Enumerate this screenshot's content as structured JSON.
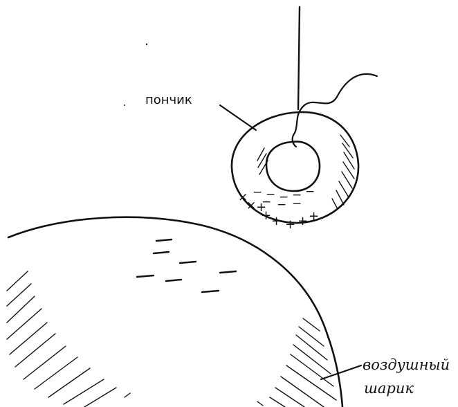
{
  "labels": {
    "donut": "пончик",
    "balloon_line1": "воздушный",
    "balloon_line2": "шарик"
  },
  "charges": {
    "donut_inner_negative": "−",
    "donut_outer_positive": "+",
    "donut_outer_mixed": "×",
    "balloon_negative": "−"
  },
  "colors": {
    "ink": "#111111",
    "background": "#ffffff"
  }
}
